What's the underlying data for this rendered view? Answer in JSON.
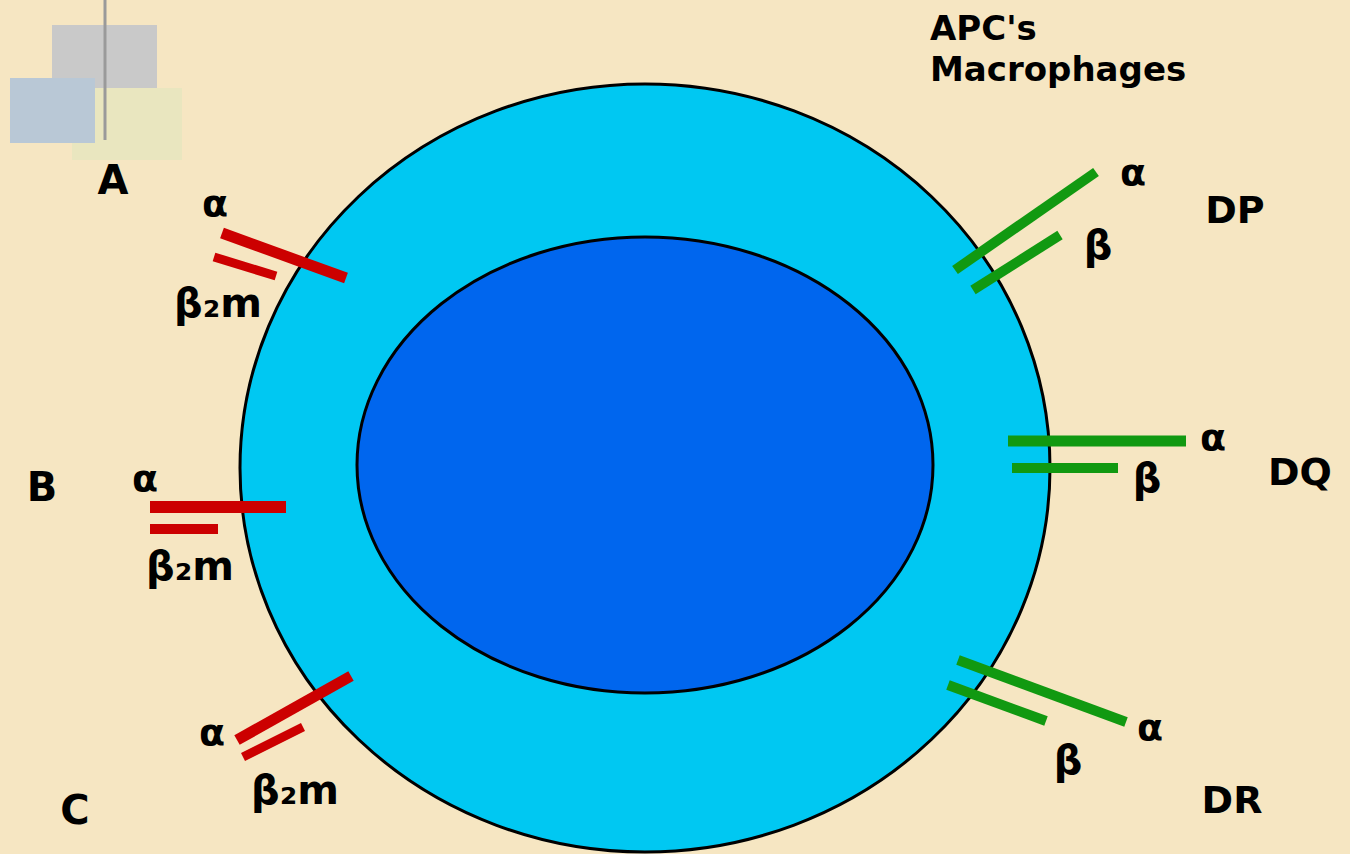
{
  "diagram": {
    "title": "APC's Macrophages",
    "labels": [
      "A",
      "α",
      "β₂m",
      "B",
      "α",
      "β₂m",
      "C",
      "α",
      "β₂m",
      "α",
      "β",
      "DP",
      "α",
      "β",
      "DQ",
      "α",
      "β",
      "DR"
    ]
  }
}
